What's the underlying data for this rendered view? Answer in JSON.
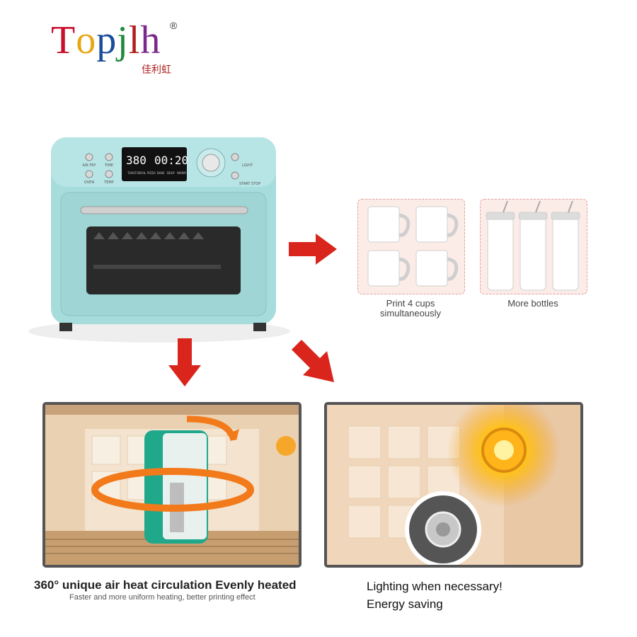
{
  "logo": {
    "brand_letters": [
      "T",
      "o",
      "p",
      "j",
      "l",
      "h"
    ],
    "brand_colors": [
      "#c8102e",
      "#e6a817",
      "#1a4d9c",
      "#1e8a3c",
      "#b01e1e",
      "#7a2a8a"
    ],
    "reg_mark": "®",
    "chinese": "佳利虹"
  },
  "oven": {
    "display_temp": "380",
    "display_time": "00:20",
    "buttons_left": [
      "AIR FRY",
      "TIME",
      "OVEN",
      "TEMP"
    ],
    "buttons_right": [
      "LIGHT",
      "START STOP"
    ],
    "modes": [
      "TOAST",
      "BROIL",
      "PIZZA",
      "BAKE",
      "DEHY",
      "WARM"
    ],
    "body_color": "#a7dcdc"
  },
  "products": {
    "cups_caption_line1": "Print 4 cups",
    "cups_caption_line2": "simultaneously",
    "bottles_caption": "More bottles"
  },
  "features": {
    "left_title": "360° unique air heat circulation Evenly heated",
    "left_subtitle": "Faster and more uniform heating, better printing effect",
    "right_line1": "Lighting when necessary!",
    "right_line2": "Energy saving"
  },
  "colors": {
    "arrow_red": "#d9251c",
    "accent_orange": "#f27a1a",
    "panel_border": "#555555"
  }
}
